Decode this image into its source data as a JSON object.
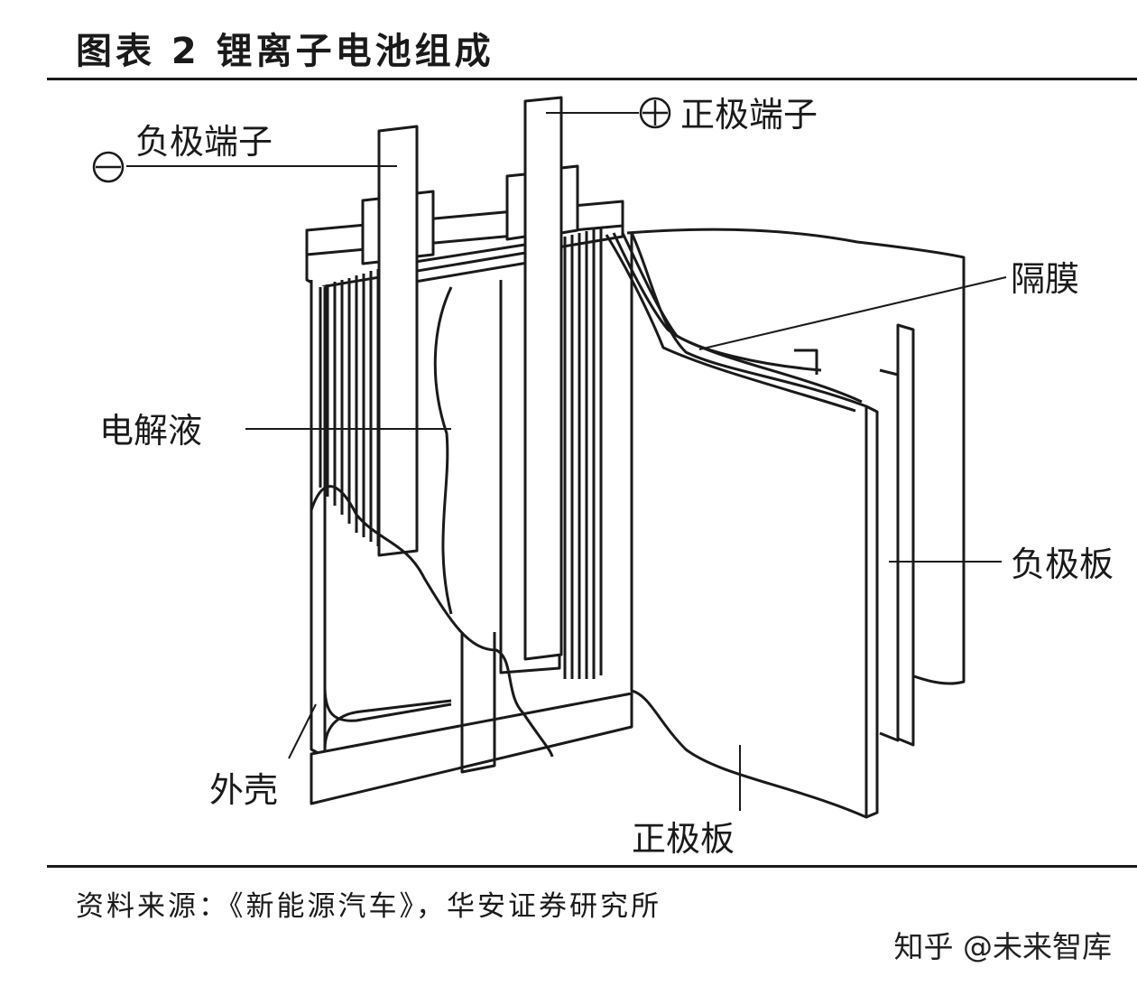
{
  "title": "图表 2 锂离子电池组成",
  "labels": {
    "negative_terminal": "负极端子",
    "positive_terminal": "正极端子",
    "separator": "隔膜",
    "electrolyte": "电解液",
    "negative_plate": "负极板",
    "casing": "外壳",
    "positive_plate": "正极板"
  },
  "symbols": {
    "minus": "⊖",
    "plus": "⊕"
  },
  "source": "资料来源：《新能源汽车》，华安证券研究所",
  "watermark": "知乎 @未来智库"
}
